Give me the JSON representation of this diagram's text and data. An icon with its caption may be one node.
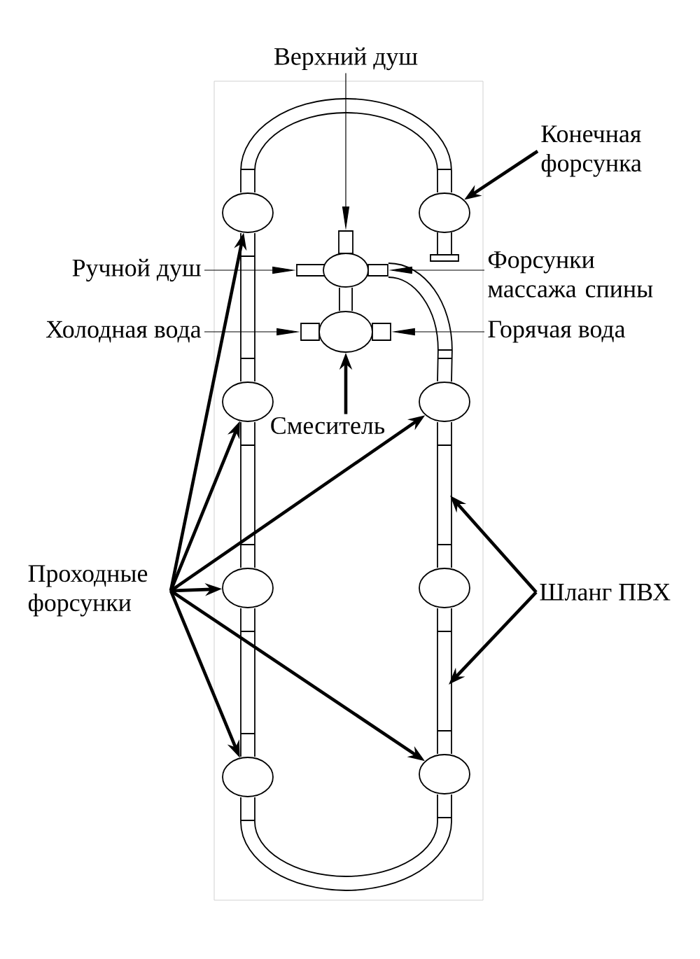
{
  "diagram": {
    "nodes": [
      {
        "text": [
          "Верхний душ"
        ]
      },
      {
        "text": [
          "Конечная форсунка"
        ]
      },
      {
        "text": [
          "Ручной душ"
        ]
      },
      {
        "text": [
          "Форсунки массажа спины"
        ]
      },
      {
        "text": [
          "Холодная вода"
        ]
      },
      {
        "text": [
          "Горячая вода"
        ]
      },
      {
        "text": [
          "Смеситель"
        ]
      },
      {
        "text": [
          "Проходные форсунки"
        ]
      },
      {
        "text": [
          "Шланг ПВХ"
        ]
      },
      {
        "text": [],
        "shape": "circle"
      },
      {
        "text": [],
        "shape": "circle"
      },
      {
        "text": [],
        "shape": "box"
      },
      {
        "text": [],
        "shape": "box"
      },
      {
        "text": [],
        "shape": "circle"
      },
      {
        "text": [],
        "shape": "box"
      },
      {
        "text": [],
        "shape": "box"
      },
      {
        "text": [],
        "shape": "circle"
      },
      {
        "text": [],
        "shape": "box"
      },
      {
        "text": [],
        "shape": "circle"
      },
      {
        "text": [],
        "shape": "circle"
      },
      {
        "text": [],
        "shape": "circle"
      },
      {
        "text": [],
        "shape": "circle"
      },
      {
        "text": [],
        "shape": "circle"
      },
      {
        "text": [],
        "shape": "circle"
      }
    ],
    "edges": [
      {
        "from": 0,
        "to": 11,
        "arrow": "to"
      },
      {
        "from": 1,
        "to": 10,
        "arrow": "to"
      },
      {
        "from": 2,
        "to": 12,
        "arrow": "to"
      },
      {
        "from": 3,
        "to": 14,
        "arrow": "to"
      },
      {
        "from": 4,
        "to": 15,
        "arrow": "to"
      },
      {
        "from": 5,
        "to": 17,
        "arrow": "to"
      },
      {
        "from": 6,
        "to": 16,
        "arrow": "to"
      },
      {
        "from": 7,
        "to": 9,
        "arrow": "to"
      },
      {
        "from": 7,
        "to": 18,
        "arrow": "to"
      },
      {
        "from": 7,
        "to": 19,
        "arrow": "to"
      },
      {
        "from": 7,
        "to": 20,
        "arrow": "to"
      },
      {
        "from": 7,
        "to": 23,
        "arrow": "to"
      },
      {
        "from": 7,
        "to": 22,
        "arrow": "to"
      },
      {
        "from": 8,
        "to": null,
        "arrow": "to"
      },
      {
        "from": 8,
        "to": null,
        "arrow": "to"
      },
      {
        "from": 14,
        "to": 19,
        "arrow": "none",
        "style": "thick"
      },
      {
        "from": 19,
        "to": 21,
        "arrow": "none",
        "style": "thick"
      },
      {
        "from": 21,
        "to": 23,
        "arrow": "none",
        "style": "thick"
      },
      {
        "from": 23,
        "to": 22,
        "arrow": "none",
        "style": "thick"
      },
      {
        "from": 22,
        "to": 20,
        "arrow": "none",
        "style": "thick"
      },
      {
        "from": 20,
        "to": 18,
        "arrow": "none",
        "style": "thick"
      },
      {
        "from": 18,
        "to": 9,
        "arrow": "none",
        "style": "thick"
      },
      {
        "from": 9,
        "to": 10,
        "arrow": "none",
        "style": "thick"
      },
      {
        "from": 13,
        "to": 16,
        "arrow": "none",
        "style": "thick"
      }
    ]
  }
}
